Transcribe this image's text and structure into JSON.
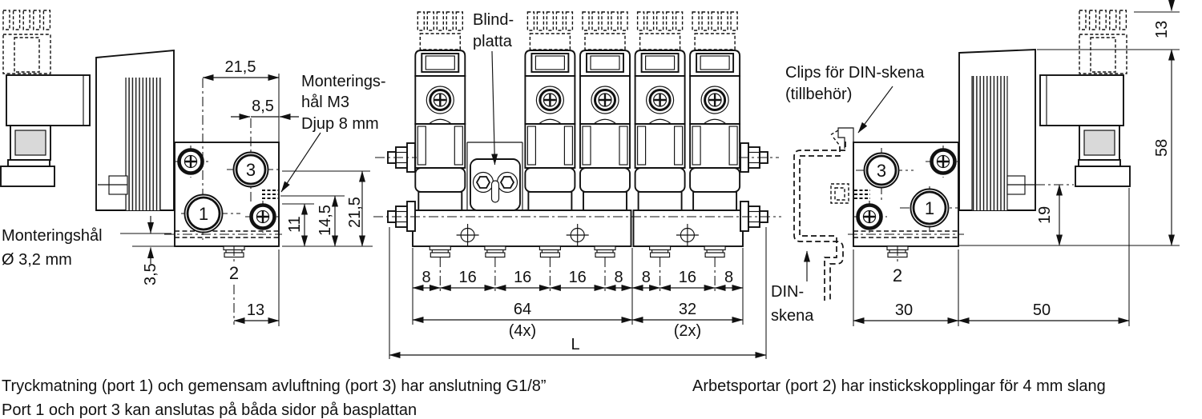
{
  "left_view": {
    "labels": {
      "mount_m3_1": "Monterings-",
      "mount_m3_2": "hål M3",
      "mount_m3_3": "Djup 8 mm",
      "mount_32_1": "Monteringshål",
      "mount_32_2": "Ø 3,2 mm",
      "port3": "3",
      "port1": "1",
      "port2": "2"
    },
    "dims": {
      "d21_top": "21,5",
      "d8_5": "8,5",
      "d3_5": "3,5",
      "d13": "13",
      "d11": "11",
      "d14_5": "14,5",
      "d21_side": "21,5"
    }
  },
  "middle_view": {
    "labels": {
      "blind_1": "Blind-",
      "blind_2": "platta"
    },
    "dims": {
      "pitch": [
        "8",
        "16",
        "16",
        "16",
        "8",
        "8",
        "16",
        "8"
      ],
      "m64": "64",
      "m64x": "(4x)",
      "m32": "32",
      "m32x": "(2x)",
      "total": "L"
    }
  },
  "right_view": {
    "labels": {
      "clips_1": "Clips för DIN-skena",
      "clips_2": "(tillbehör)",
      "din_1": "DIN-",
      "din_2": "skena",
      "port3": "3",
      "port1": "1",
      "port2": "2"
    },
    "dims": {
      "d13": "13",
      "d58": "58",
      "d19": "19",
      "d30": "30",
      "d50": "50"
    }
  },
  "notes": {
    "line1": "Tryckmatning (port 1) och gemensam avluftning (port 3) har anslutning G1/8”",
    "line2": "Port 1 och port 3 kan anslutas på båda sidor på basplattan",
    "line3": "Arbetsportar (port 2) har instickskopplingar för 4 mm slang"
  }
}
